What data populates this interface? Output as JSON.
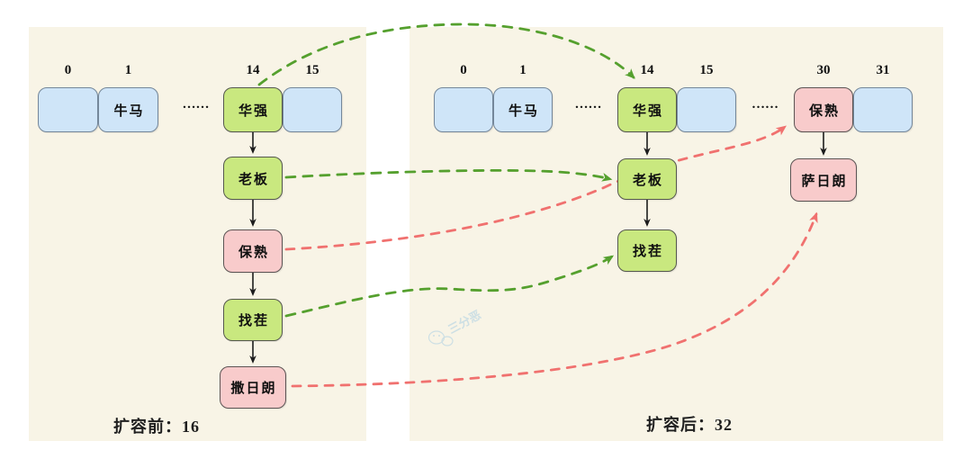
{
  "colors": {
    "page_bg": "#ffffff",
    "panel_bg": "#f8f4e6",
    "bucket_blue": "#cfe5f8",
    "bucket_blue_border": "#74879a",
    "node_green": "#c9e87f",
    "node_green_border": "#55584e",
    "node_pink": "#f8cbcb",
    "node_pink_border": "#5c5454",
    "arrow_green": "#55a02e",
    "arrow_red": "#f0716f",
    "arrow_black": "#1c1c1c",
    "text_color": "#101010",
    "watermark_color": "#aacfe4"
  },
  "before": {
    "caption": "扩容前：16",
    "dots": "……",
    "indices": [
      "0",
      "1",
      "14",
      "15"
    ],
    "buckets": [
      "",
      "牛马",
      "华强",
      ""
    ],
    "chain": [
      "老板",
      "保熟",
      "找茬",
      "撒日朗"
    ]
  },
  "after": {
    "caption": "扩容后：32",
    "dots1": "……",
    "dots2": "……",
    "indices": [
      "0",
      "1",
      "14",
      "15",
      "30",
      "31"
    ],
    "buckets": [
      "",
      "牛马",
      "华强",
      "",
      "保熟",
      ""
    ],
    "chain14": [
      "老板",
      "找茬"
    ],
    "chain30": [
      "萨日朗"
    ]
  },
  "watermark": {
    "text": "三分恶"
  }
}
